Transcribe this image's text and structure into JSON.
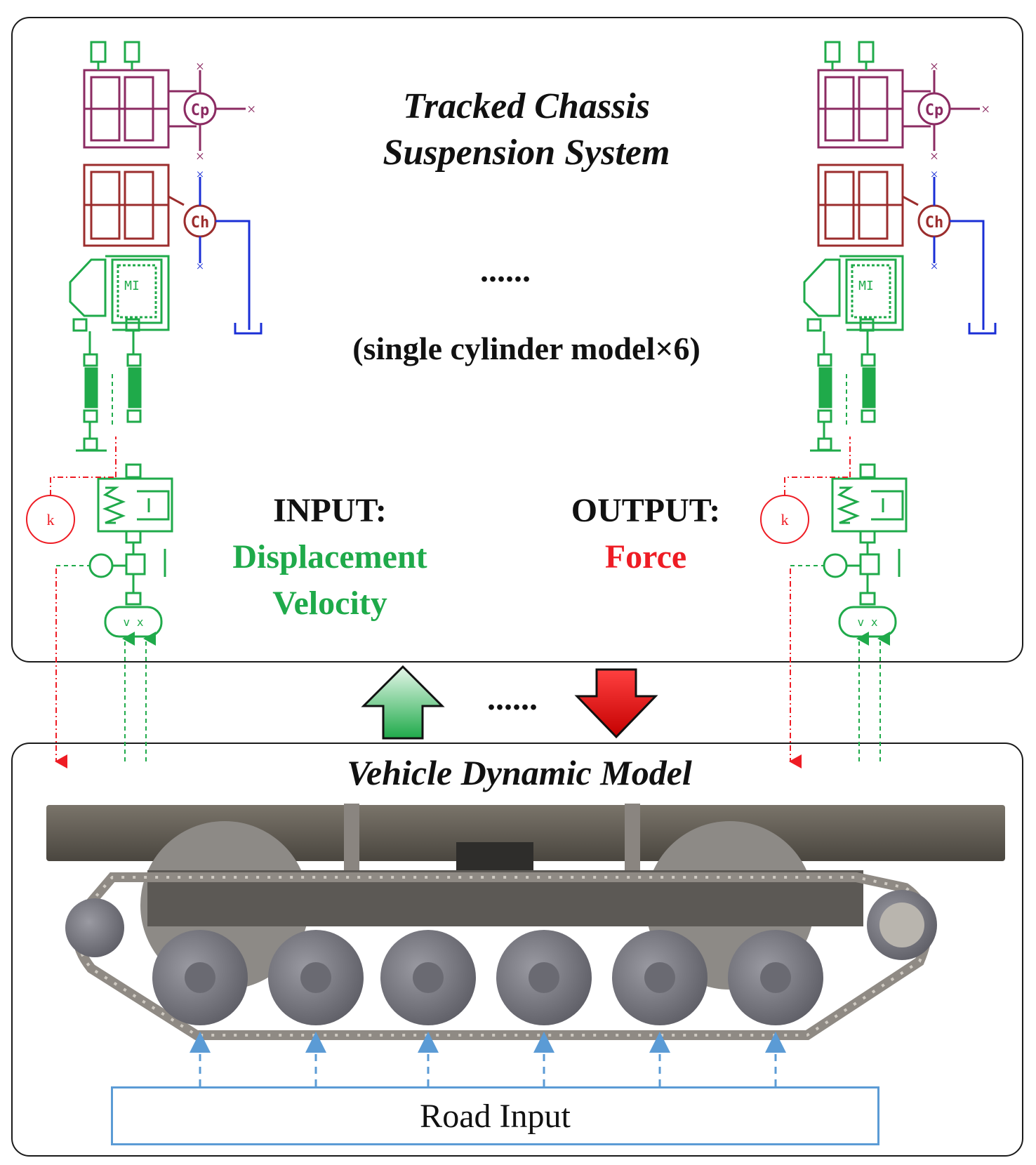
{
  "top_panel": {
    "title_line1": "Tracked Chassis",
    "title_line2": "Suspension System",
    "ellipsis": "......",
    "model_note": "(single cylinder model×6)",
    "input_label": "INPUT:",
    "input_items": [
      "Displacement",
      "Velocity"
    ],
    "output_label": "OUTPUT:",
    "output_item": "Force",
    "schematic_labels": {
      "cp": "Cp",
      "ch": "Ch"
    }
  },
  "middle": {
    "ellipsis": "......"
  },
  "bottom_panel": {
    "title": "Vehicle Dynamic Model",
    "road_input": "Road Input"
  },
  "colors": {
    "green": "#1faa4a",
    "red": "#ee1c24",
    "purple": "#8b2b62",
    "brown": "#9b2d2d",
    "blue": "#1a2fd6",
    "road_blue": "#5b9bd5"
  }
}
